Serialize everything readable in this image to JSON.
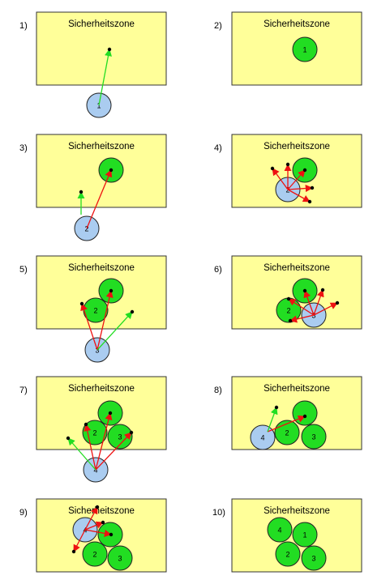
{
  "zone_label": "Sicherheitszone",
  "colors": {
    "zone_fill": "#FFFF99",
    "zone_border": "#333333",
    "placed_fill": "#22DD22",
    "moving_fill": "#AACCF0",
    "vector_valid": "#22DD22",
    "vector_invalid": "#EE1111",
    "point": "#000000"
  },
  "panels": [
    {
      "label": "1)",
      "placed": [],
      "moving": "1"
    },
    {
      "label": "2)",
      "placed": [
        "1"
      ],
      "moving": ""
    },
    {
      "label": "3)",
      "placed": [
        ""
      ],
      "moving": "2"
    },
    {
      "label": "4)",
      "placed": [
        ""
      ],
      "moving": "2"
    },
    {
      "label": "5)",
      "placed": [
        "",
        "2"
      ],
      "moving": "3"
    },
    {
      "label": "6)",
      "placed": [
        "",
        "2"
      ],
      "moving": "3"
    },
    {
      "label": "7)",
      "placed": [
        "",
        "2",
        "3"
      ],
      "moving": "4"
    },
    {
      "label": "8)",
      "placed": [
        "",
        "2",
        "3"
      ],
      "moving": "4"
    },
    {
      "label": "9)",
      "placed": [
        "",
        "2",
        "3"
      ],
      "moving": "4"
    },
    {
      "label": "10)",
      "placed": [
        "1",
        "2",
        "3",
        "4"
      ],
      "moving": ""
    }
  ]
}
